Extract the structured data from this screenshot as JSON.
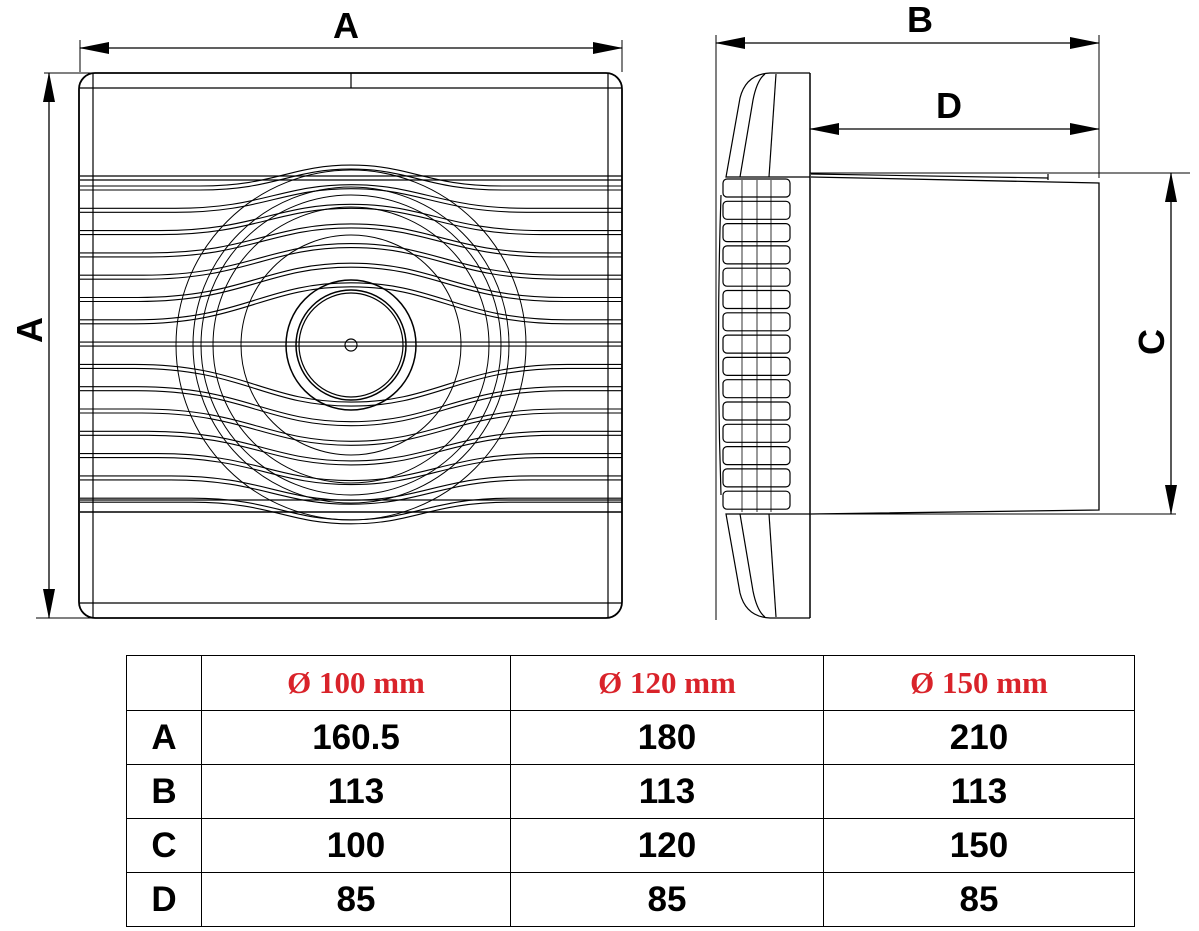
{
  "drawing": {
    "front_view": {
      "width_label": "A",
      "height_label": "A",
      "icon": "fan-front-grille"
    },
    "side_view": {
      "depth_label": "B",
      "duct_length_label": "D",
      "duct_diameter_label": "C",
      "icon": "fan-side-profile"
    },
    "line_color": "#000000"
  },
  "table": {
    "corner": "",
    "accent_color": "#d9232a",
    "columns": [
      "Ø 100 mm",
      "Ø 120 mm",
      "Ø 150 mm"
    ],
    "rows": [
      {
        "label": "A",
        "values": [
          "160.5",
          "180",
          "210"
        ]
      },
      {
        "label": "B",
        "values": [
          "113",
          "113",
          "113"
        ]
      },
      {
        "label": "C",
        "values": [
          "100",
          "120",
          "150"
        ]
      },
      {
        "label": "D",
        "values": [
          "85",
          "85",
          "85"
        ]
      }
    ]
  }
}
